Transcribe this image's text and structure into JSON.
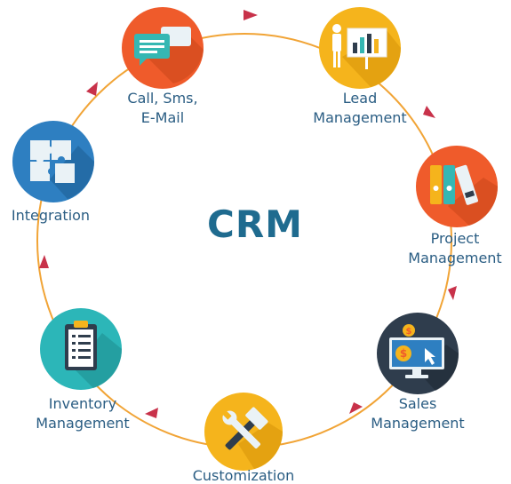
{
  "center": {
    "title": "CRM"
  },
  "nodes": {
    "call": {
      "label": "Call, Sms,\nE-Mail",
      "color": "#ef5b2b",
      "icon": "chat-bubbles-icon"
    },
    "lead": {
      "label": "Lead\nManagement",
      "color": "#f5b41c",
      "icon": "presentation-chart-icon"
    },
    "project": {
      "label": "Project\nManagement",
      "color": "#ef5b2b",
      "icon": "binders-icon"
    },
    "sales": {
      "label": "Sales\nManagement",
      "color": "#2f3d4d",
      "icon": "monitor-dollar-icon"
    },
    "custom": {
      "label": "Customization",
      "color": "#f5b41c",
      "icon": "wrench-hammer-icon"
    },
    "inventory": {
      "label": "Inventory\nManagement",
      "color": "#2cb6b8",
      "icon": "clipboard-checklist-icon"
    },
    "integration": {
      "label": "Integration",
      "color": "#2e7fc1",
      "icon": "puzzle-icon"
    }
  },
  "colors": {
    "ring": "#f1a436",
    "arrow": "#c8324a",
    "text": "#2a5d83",
    "title": "#1f6b8f"
  }
}
